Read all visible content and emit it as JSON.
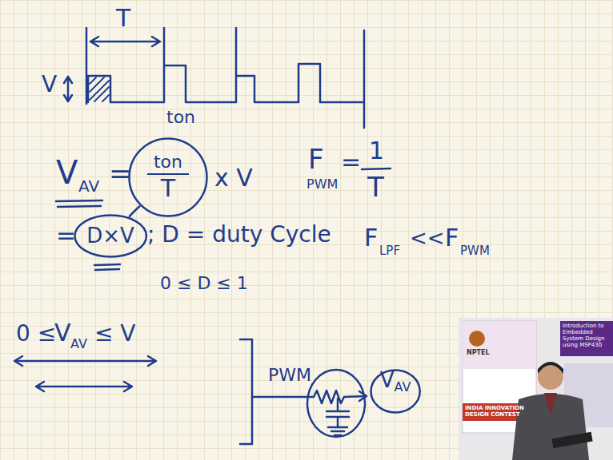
{
  "diagram": {
    "nodes": [
      {
        "text": [
          "ton",
          "T"
        ]
      },
      {
        "text": [
          "D×V"
        ]
      },
      {
        "text": [
          "V",
          "AV"
        ]
      }
    ],
    "edges": [
      {
        "from": 0,
        "to": 1,
        "arrow": "none"
      }
    ],
    "labels": [
      "T",
      "V",
      "ton",
      "V",
      "AV",
      "=",
      "x V",
      "=",
      "; D = duty Cycle",
      "0 ≤ D ≤ 1",
      "F",
      "PWM",
      "=",
      "1",
      "T",
      "F",
      "LPF",
      "<<",
      "F",
      "PWM",
      "0 ≤",
      "V",
      "AV",
      "≤ V",
      "PWM",
      "NPTEL",
      "Introduction to Embedded System Design using MSP430",
      "INDIA INNOVATION DESIGN CONTEST"
    ]
  }
}
